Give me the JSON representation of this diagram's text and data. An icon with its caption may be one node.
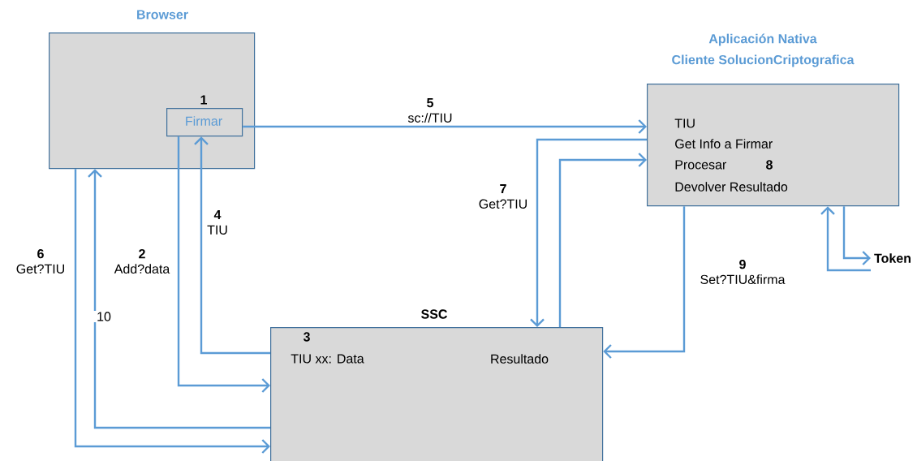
{
  "diagram": {
    "nodes": [
      {
        "text": [
          "Browser"
        ]
      },
      {
        "text": [
          "Firmar"
        ],
        "beside": [
          "1"
        ],
        "in": 0
      },
      {
        "text": [
          "Aplicación Nativa",
          "Cliente SolucionCriptografica",
          "TIU",
          "Get Info a Firmar",
          "Procesar",
          "8",
          "Devolver Resultado"
        ]
      },
      {
        "text": [
          "SSC",
          "3",
          "TIU xx: Data",
          "Resultado"
        ]
      },
      {
        "text": [
          "Token"
        ]
      }
    ],
    "edges": [
      {
        "from": 1,
        "to": 2,
        "arrow": "to",
        "label": "**5** sc://TIU"
      },
      {
        "from": 1,
        "to": 3,
        "arrow": "to",
        "label": "**2** Add?data"
      },
      {
        "from": 3,
        "to": 1,
        "arrow": "to",
        "label": "**4** TIU"
      },
      {
        "from": 0,
        "to": 3,
        "arrow": "to",
        "label": "**6** Get?TIU"
      },
      {
        "from": 3,
        "to": 0,
        "arrow": "to",
        "label": "10"
      },
      {
        "from": 2,
        "to": 3,
        "arrow": "to",
        "label": "**7** Get?TIU"
      },
      {
        "from": 3,
        "to": 2,
        "arrow": "to"
      },
      {
        "from": 2,
        "to": 3,
        "arrow": "to",
        "label": "**9** Set?TIU&firma"
      },
      {
        "from": 2,
        "to": 4,
        "arrow": "to"
      },
      {
        "from": 4,
        "to": 2,
        "arrow": "to"
      }
    ]
  }
}
